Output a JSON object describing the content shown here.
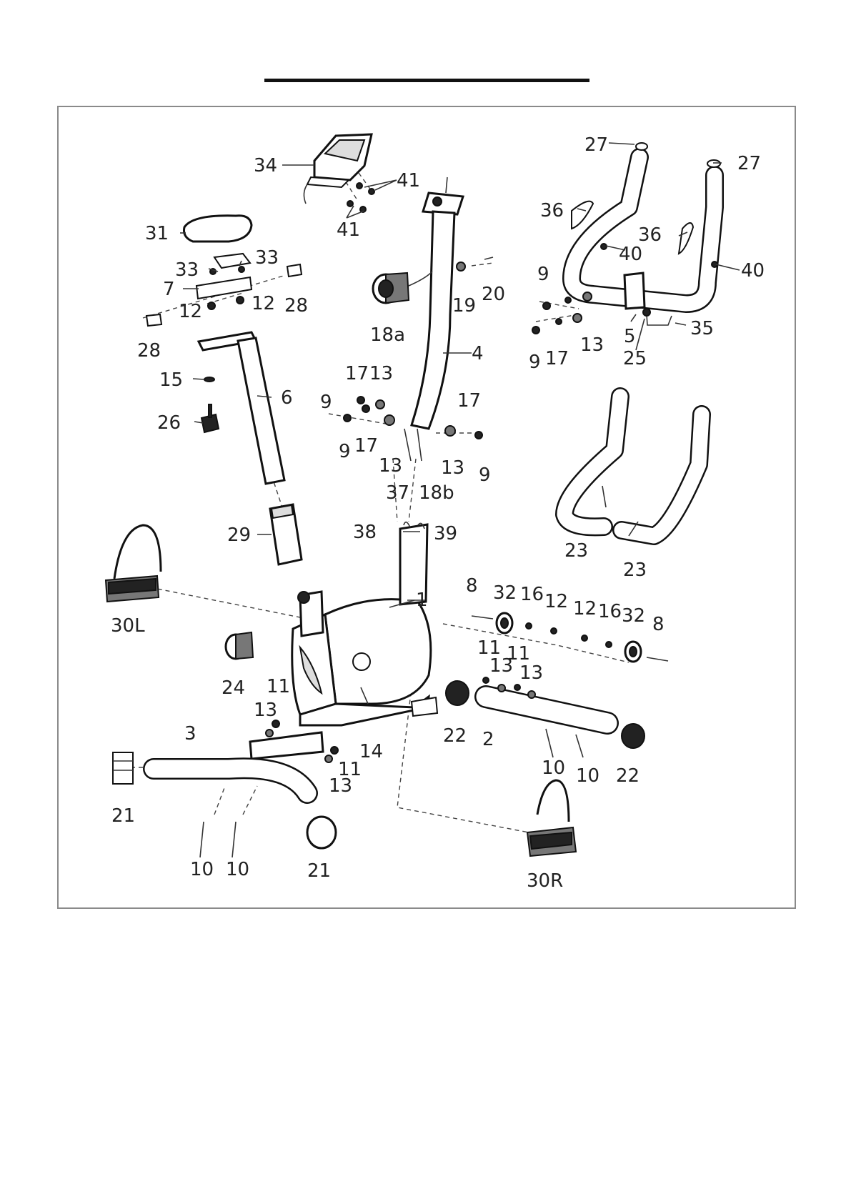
{
  "parts": [
    {
      "id": "p1",
      "label": "1"
    },
    {
      "id": "p2",
      "label": "2"
    },
    {
      "id": "p3",
      "label": "3"
    },
    {
      "id": "p4",
      "label": "4"
    },
    {
      "id": "p5",
      "label": "5"
    },
    {
      "id": "p6",
      "label": "6"
    },
    {
      "id": "p7",
      "label": "7"
    },
    {
      "id": "p8a",
      "label": "8"
    },
    {
      "id": "p8b",
      "label": "8"
    },
    {
      "id": "p9a",
      "label": "9"
    },
    {
      "id": "p9b",
      "label": "9"
    },
    {
      "id": "p9c",
      "label": "9"
    },
    {
      "id": "p9d",
      "label": "9"
    },
    {
      "id": "p9e",
      "label": "9"
    },
    {
      "id": "p10a",
      "label": "10"
    },
    {
      "id": "p10b",
      "label": "10"
    },
    {
      "id": "p10c",
      "label": "10"
    },
    {
      "id": "p10d",
      "label": "10"
    },
    {
      "id": "p11a",
      "label": "11"
    },
    {
      "id": "p11b",
      "label": "11"
    },
    {
      "id": "p11c",
      "label": "11"
    },
    {
      "id": "p11d",
      "label": "11"
    },
    {
      "id": "p12a",
      "label": "12"
    },
    {
      "id": "p12b",
      "label": "12"
    },
    {
      "id": "p12c",
      "label": "12"
    },
    {
      "id": "p12d",
      "label": "12"
    },
    {
      "id": "p13a",
      "label": "13"
    },
    {
      "id": "p13b",
      "label": "13"
    },
    {
      "id": "p13c",
      "label": "13"
    },
    {
      "id": "p13d",
      "label": "13"
    },
    {
      "id": "p13e",
      "label": "13"
    },
    {
      "id": "p13f",
      "label": "13"
    },
    {
      "id": "p13g",
      "label": "13"
    },
    {
      "id": "p13h",
      "label": "13"
    },
    {
      "id": "p14",
      "label": "14"
    },
    {
      "id": "p15",
      "label": "15"
    },
    {
      "id": "p16a",
      "label": "16"
    },
    {
      "id": "p16b",
      "label": "16"
    },
    {
      "id": "p17a",
      "label": "17"
    },
    {
      "id": "p17b",
      "label": "17"
    },
    {
      "id": "p17c",
      "label": "17"
    },
    {
      "id": "p17d",
      "label": "17"
    },
    {
      "id": "p18a",
      "label": "18a"
    },
    {
      "id": "p18b",
      "label": "18b"
    },
    {
      "id": "p19",
      "label": "19"
    },
    {
      "id": "p20",
      "label": "20"
    },
    {
      "id": "p21a",
      "label": "21"
    },
    {
      "id": "p21b",
      "label": "21"
    },
    {
      "id": "p22a",
      "label": "22"
    },
    {
      "id": "p22b",
      "label": "22"
    },
    {
      "id": "p23a",
      "label": "23"
    },
    {
      "id": "p23b",
      "label": "23"
    },
    {
      "id": "p24",
      "label": "24"
    },
    {
      "id": "p25",
      "label": "25"
    },
    {
      "id": "p26",
      "label": "26"
    },
    {
      "id": "p27a",
      "label": "27"
    },
    {
      "id": "p27b",
      "label": "27"
    },
    {
      "id": "p28a",
      "label": "28"
    },
    {
      "id": "p28b",
      "label": "28"
    },
    {
      "id": "p29",
      "label": "29"
    },
    {
      "id": "p30l",
      "label": "30L"
    },
    {
      "id": "p30r",
      "label": "30R"
    },
    {
      "id": "p31",
      "label": "31"
    },
    {
      "id": "p32a",
      "label": "32"
    },
    {
      "id": "p32b",
      "label": "32"
    },
    {
      "id": "p33a",
      "label": "33"
    },
    {
      "id": "p33b",
      "label": "33"
    },
    {
      "id": "p34",
      "label": "34"
    },
    {
      "id": "p35",
      "label": "35"
    },
    {
      "id": "p36a",
      "label": "36"
    },
    {
      "id": "p36b",
      "label": "36"
    },
    {
      "id": "p37",
      "label": "37"
    },
    {
      "id": "p38",
      "label": "38"
    },
    {
      "id": "p39",
      "label": "39"
    },
    {
      "id": "p40a",
      "label": "40"
    },
    {
      "id": "p40b",
      "label": "40"
    },
    {
      "id": "p41a",
      "label": "41"
    },
    {
      "id": "p41b",
      "label": "41"
    }
  ]
}
